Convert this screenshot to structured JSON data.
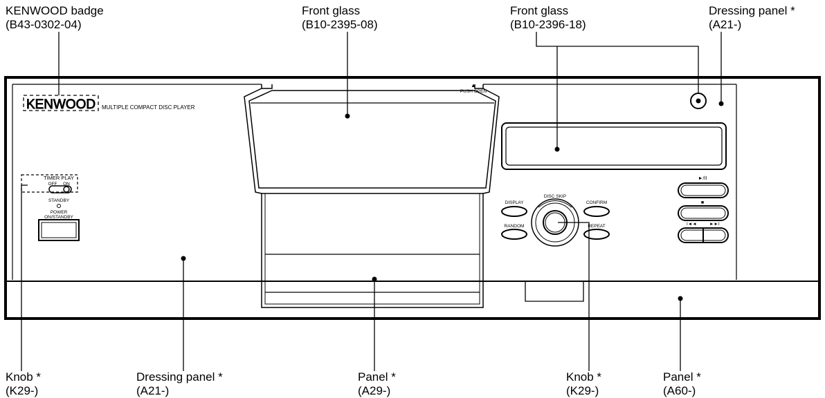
{
  "callouts": {
    "top": [
      {
        "name": "KENWOOD badge",
        "part": "(B43-0302-04)"
      },
      {
        "name": "Front glass",
        "part": "(B10-2395-08)"
      },
      {
        "name": "Front glass",
        "part": "(B10-2396-18)"
      },
      {
        "name": "Dressing panel *",
        "part": "(A21-)"
      }
    ],
    "bottom": [
      {
        "name": "Knob *",
        "part": "(K29-)"
      },
      {
        "name": "Dressing panel *",
        "part": "(A21-)"
      },
      {
        "name": "Panel *",
        "part": "(A29-)"
      },
      {
        "name": "Knob *",
        "part": "(K29-)"
      },
      {
        "name": "Panel *",
        "part": "(A60-)"
      }
    ]
  },
  "panel": {
    "brand": "KENWOOD",
    "model_text": "MULTIPLE COMPACT DISC PLAYER",
    "push_open": "PUSH OPEN",
    "eject_symbol": "▲",
    "timer_play": "TIMER PLAY",
    "timer_off": "OFF",
    "timer_on": "ON",
    "standby": "STANDBY",
    "power_line1": "POWER",
    "power_line2": "ON/STANDBY",
    "display_btn": "DISPLAY",
    "random_btn": "RANDOM",
    "confirm_btn": "CONFIRM",
    "repeat_btn": "REPEAT",
    "disc_skip": "DISC SKIP",
    "play_pause_symbol": "►/II",
    "stop_symbol": "■",
    "prev_symbol": "I◄◄",
    "next_symbol": "►►I"
  }
}
